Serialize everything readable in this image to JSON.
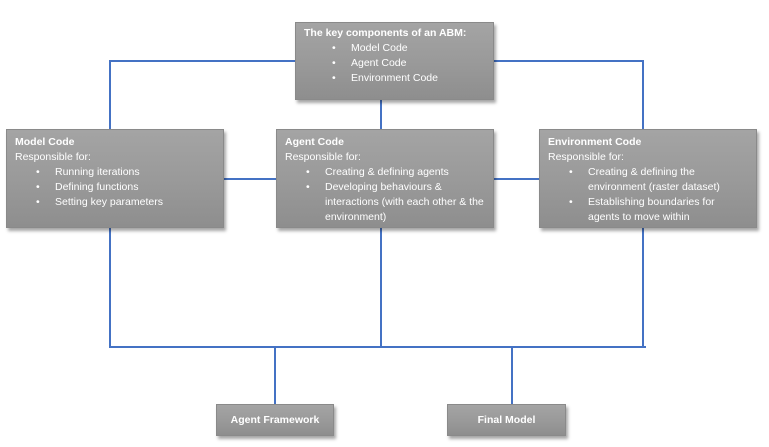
{
  "abm_box": {
    "title": "The key components of an ABM:",
    "items": [
      "Model Code",
      "Agent Code",
      "Environment Code"
    ]
  },
  "model_code": {
    "title": "Model Code",
    "subtitle": "Responsible for:",
    "items": [
      "Running iterations",
      "Defining functions",
      "Setting key parameters"
    ]
  },
  "agent_code": {
    "title": "Agent Code",
    "subtitle": "Responsible for:",
    "items": [
      "Creating & defining agents",
      "Developing behaviours & interactions (with each other & the environment)"
    ]
  },
  "environment_code": {
    "title": "Environment Code",
    "subtitle": "Responsible for:",
    "items": [
      "Creating & defining the environment (raster dataset)",
      "Establishing boundaries for agents to move within"
    ]
  },
  "agent_framework": {
    "label": "Agent Framework"
  },
  "final_model": {
    "label": "Final Model"
  },
  "colors": {
    "connector": "#4472c4",
    "box_fill": "#9c9c9c",
    "box_text": "#ffffff"
  }
}
